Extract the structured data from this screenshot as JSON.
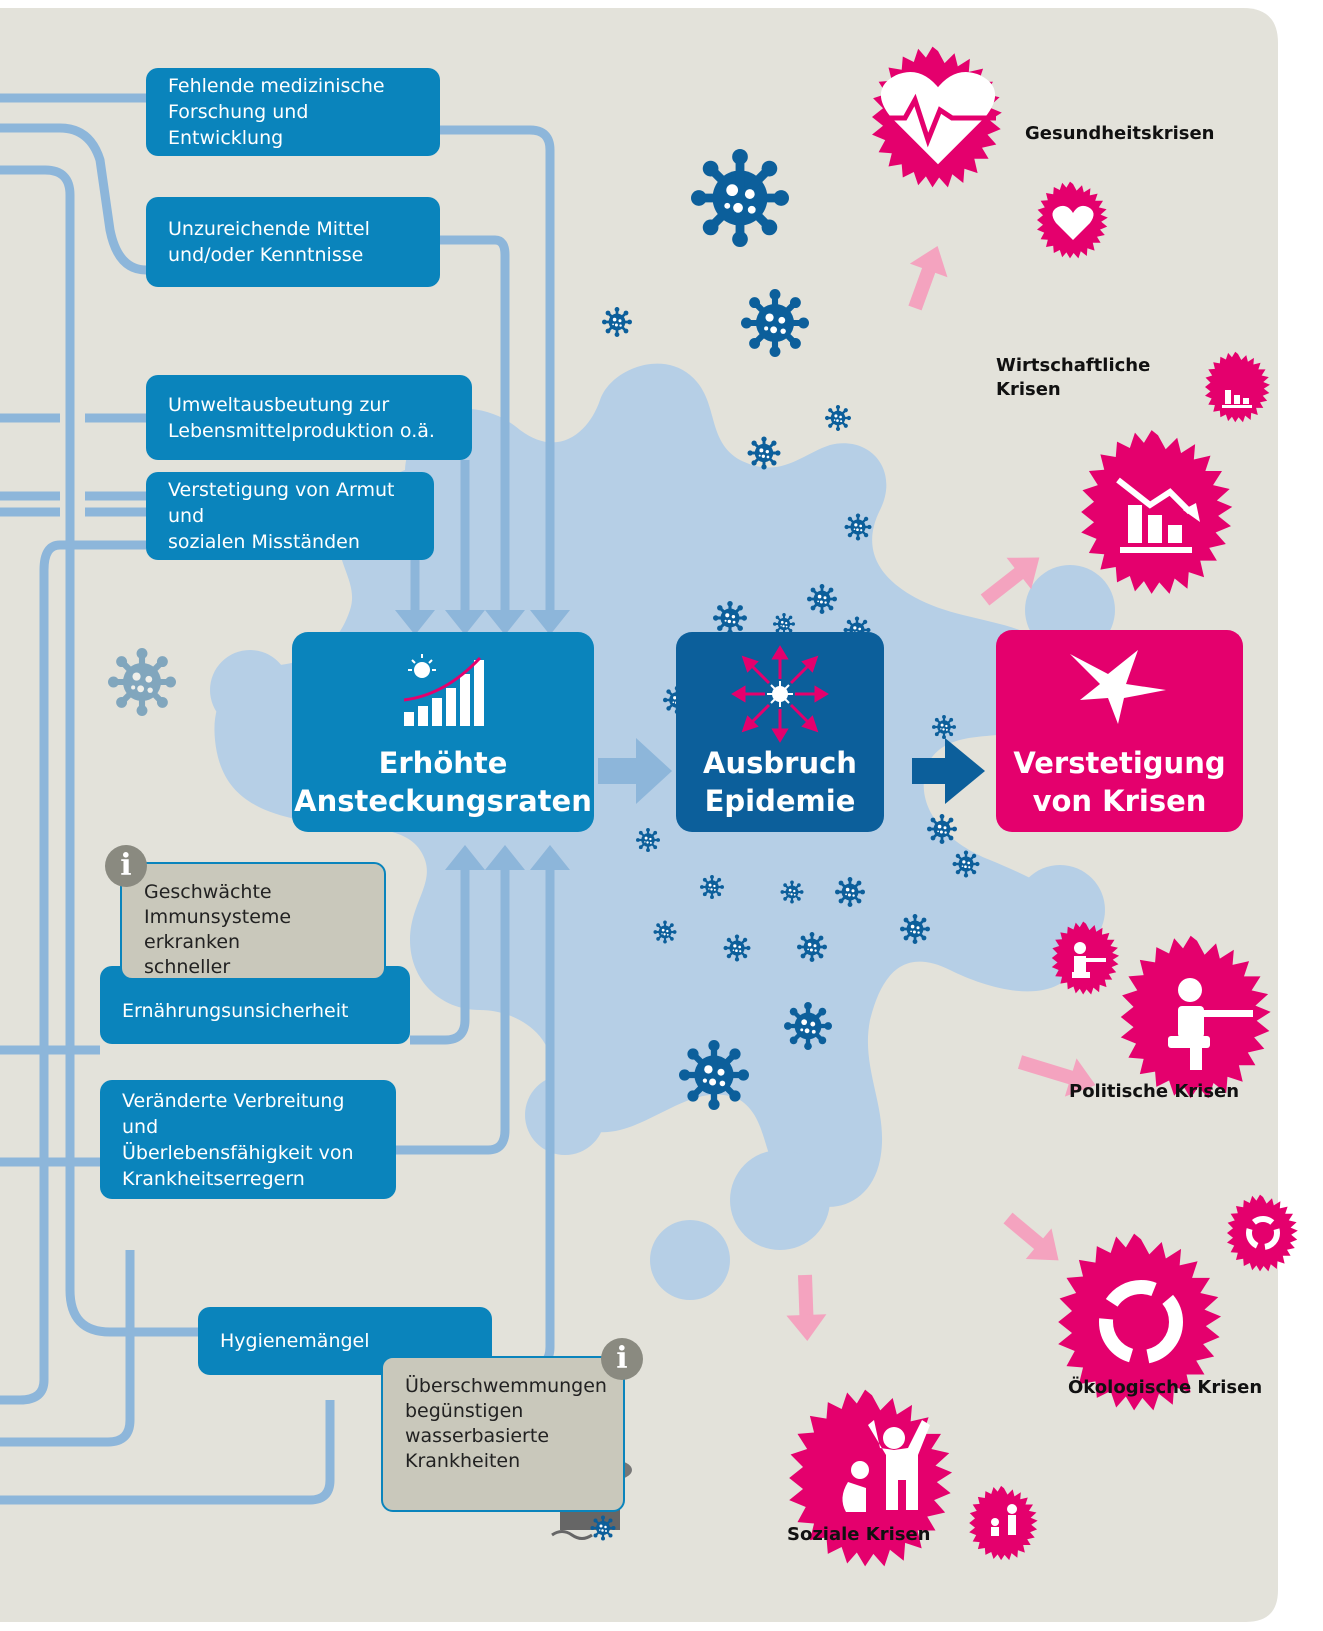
{
  "factors": {
    "research": [
      "Fehlende medizinische",
      "Forschung und Entwicklung"
    ],
    "resources": [
      "Unzureichende Mittel",
      "und/oder Kenntnisse"
    ],
    "environment": [
      "Umweltausbeutung zur",
      "Lebensmittelproduktion o.ä."
    ],
    "poverty": [
      "Verstetigung von Armut und",
      "sozialen Misständen"
    ],
    "food": "Ernährungsunsicherheit",
    "pathogens": [
      "Veränderte Verbreitung und",
      "Überlebensfähigkeit von",
      "Krankheitserregern"
    ],
    "hygiene": "Hygienemängel"
  },
  "info": {
    "badge": "i",
    "immune": [
      "Geschwächte",
      "Immunsysteme",
      "erkranken schneller"
    ],
    "flood": [
      "Überschwemmungen",
      "begünstigen",
      "wasserbasierte",
      "Krankheiten"
    ]
  },
  "main": {
    "infection": [
      "Erhöhte",
      "Ansteckungsraten"
    ],
    "outbreak": [
      "Ausbruch",
      "Epidemie"
    ],
    "crises": [
      "Verstetigung",
      "von Krisen"
    ]
  },
  "crises": {
    "health": "Gesundheitskrisen",
    "economic": [
      "Wirtschaftliche",
      "Krisen"
    ],
    "political": "Politische Krisen",
    "ecological": "Ökologische Krisen",
    "social": "Soziale Krisen"
  },
  "colors": {
    "background": "#e3e2da",
    "blob": "#b6cfe6",
    "box_blue": "#0a84bc",
    "dark_blue": "#0c5f9b",
    "line_blue": "#8db6da",
    "magenta": "#e4006d",
    "pink_arrow": "#f4a3bf",
    "info_grey": "#c9c8bb"
  },
  "icons": [
    "virus-icon",
    "heart-pulse-icon",
    "chart-down-icon",
    "soldier-icon",
    "recycle-icon",
    "people-icon",
    "starburst-icon",
    "info-icon",
    "flood-house-icon",
    "sad-person-icon"
  ]
}
